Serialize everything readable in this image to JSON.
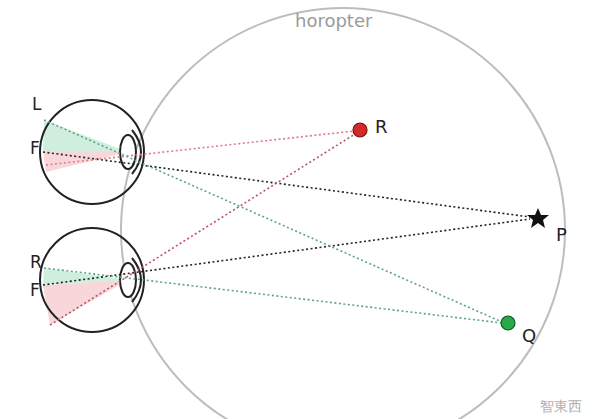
{
  "diagram": {
    "labels": [
      "horopter",
      "L",
      "F",
      "R",
      "F",
      "R",
      "P",
      "Q",
      "智東西"
    ]
  }
}
